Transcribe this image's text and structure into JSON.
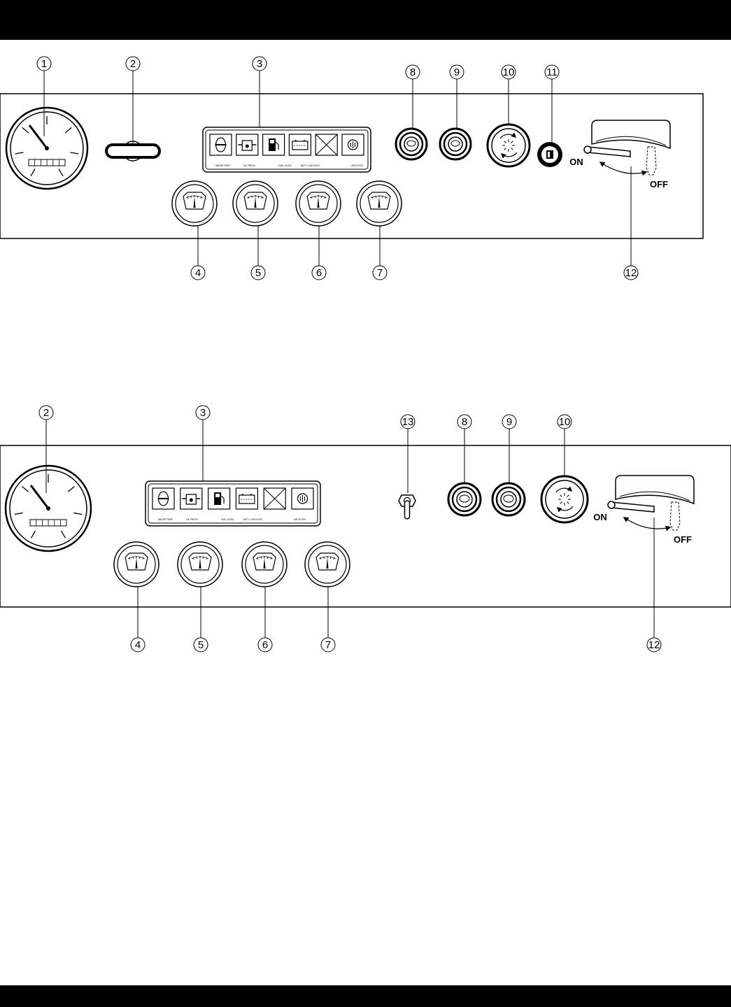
{
  "panel_top": {
    "callouts": [
      "1",
      "2",
      "3",
      "4",
      "5",
      "6",
      "7",
      "8",
      "9",
      "10",
      "11",
      "12"
    ],
    "indicator_labels": [
      "WATER TEMP",
      "OIL PRESS",
      "FUEL LEVEL",
      "BATT. LOW LEVEL",
      "AIR FILTER"
    ],
    "switch": {
      "on_label": "ON",
      "off_label": "OFF"
    }
  },
  "panel_bottom": {
    "callouts": [
      "2",
      "3",
      "4",
      "5",
      "6",
      "7",
      "8",
      "9",
      "10",
      "12",
      "13"
    ],
    "indicator_labels": [
      "WATER TEMP",
      "OIL PRESS",
      "FUEL LEVEL",
      "BATT. LOW LEVEL",
      "AIR FILTER"
    ],
    "switch": {
      "on_label": "ON",
      "off_label": "OFF"
    }
  },
  "colors": {
    "line": "#000000",
    "background": "#ffffff"
  },
  "icons": [
    "tachometer-icon",
    "key-switch-icon",
    "water-temp-icon",
    "oil-pressure-icon",
    "fuel-level-icon",
    "battery-icon",
    "blank-icon",
    "air-filter-icon",
    "gauge-icon",
    "push-button-icon",
    "emergency-stop-icon",
    "lamp-icon",
    "toggle-switch-icon",
    "lever-switch-icon"
  ]
}
